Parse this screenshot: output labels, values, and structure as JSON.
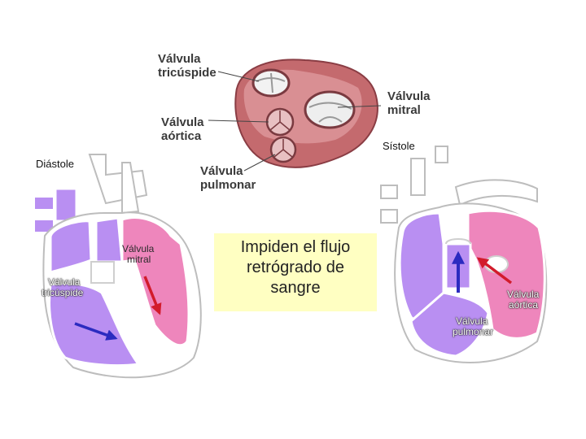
{
  "labels": {
    "top_tricuspid": [
      "Válvula",
      "tricúspide"
    ],
    "top_mitral": [
      "Válvula",
      "mitral"
    ],
    "top_aortic": [
      "Válvula",
      "aórtica"
    ],
    "top_pulmonary": [
      "Válvula",
      "pulmonar"
    ],
    "diastole": "Diástole",
    "systole": "Sístole",
    "left_mitral": [
      "Válvula",
      "mitral"
    ],
    "left_tricuspid": [
      "Válvula",
      "tricúspide"
    ],
    "right_aortic": [
      "Válvula",
      "aórtica"
    ],
    "right_pulmonary": [
      "Válvula",
      "pulmonar"
    ]
  },
  "callout": {
    "lines": [
      "Impiden el flujo",
      "retrógrado de",
      "sangre"
    ]
  },
  "colors": {
    "purple": "#b98ff2",
    "pink": "#ee86bc",
    "outline": "#ffffff",
    "callout_bg": "#ffffc2",
    "red_arrow": "#d21b2b",
    "blue_arrow": "#2b2bc0"
  }
}
